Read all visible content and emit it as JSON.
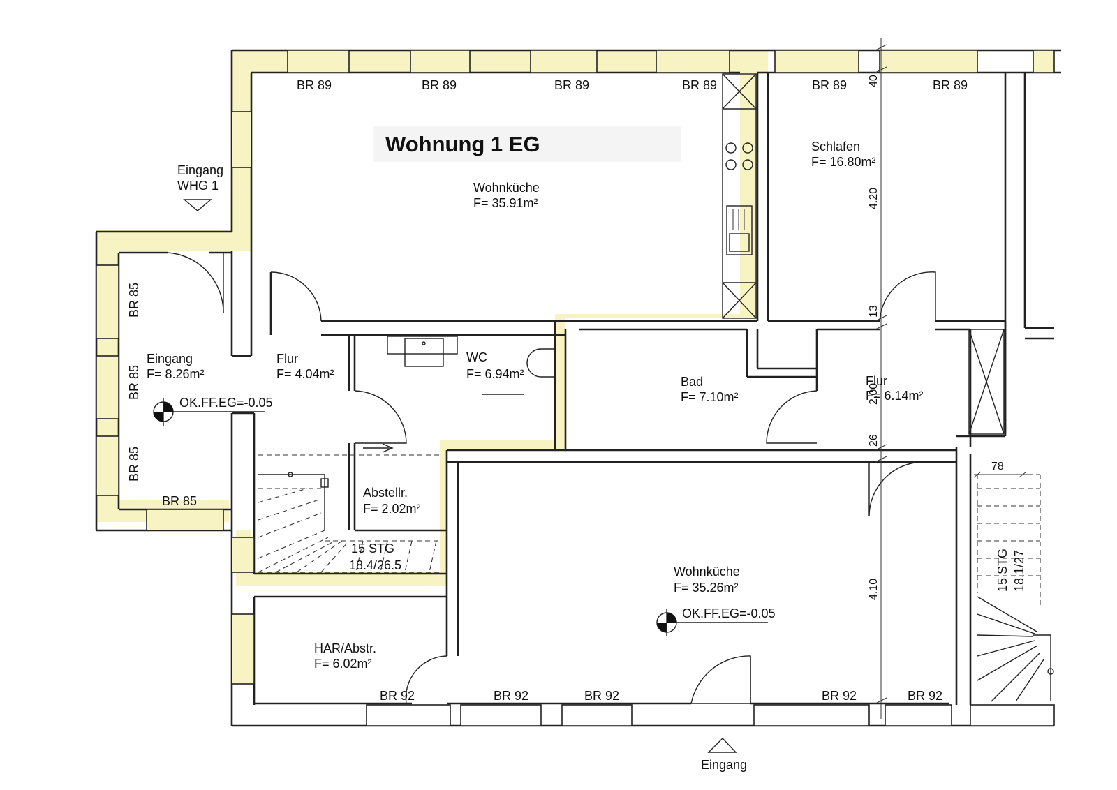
{
  "title": "Wohnung 1 EG",
  "rooms": {
    "wohnkueche_top": {
      "name": "Wohnküche",
      "area": "F= 35.91m²"
    },
    "schlafen": {
      "name": "Schlafen",
      "area": "F= 16.80m²"
    },
    "eingang": {
      "name": "Eingang",
      "area": "F= 8.26m²"
    },
    "flur_left": {
      "name": "Flur",
      "area": "F= 4.04m²"
    },
    "wc": {
      "name": "WC",
      "area": "F= 6.94m²"
    },
    "bad": {
      "name": "Bad",
      "area": "F= 7.10m²"
    },
    "flur_right": {
      "name": "Flur",
      "area": "F= 6.14m²"
    },
    "abstellr": {
      "name": "Abstellr.",
      "area": "F= 2.02m²"
    },
    "wohnkueche_bottom": {
      "name": "Wohnküche",
      "area": "F= 35.26m²"
    },
    "har": {
      "name": "HAR/Abstr.",
      "area": "F= 6.02m²"
    }
  },
  "entrances": {
    "whg_line1": "Eingang",
    "whg_line2": "WHG 1",
    "main": "Eingang"
  },
  "levels": {
    "left": "OK.FF.EG=-0.05",
    "right": "OK.FF.EG=-0.05"
  },
  "windows": {
    "br89": "BR 89",
    "br85": "BR 85",
    "br92": "BR 92"
  },
  "stairs": {
    "main_count": "15 STG",
    "main_ratio": "18.4/26.5",
    "right_count": "15 STG",
    "right_ratio": "18.1/27"
  },
  "dimensions": {
    "d40": "40",
    "d420": "4.20",
    "d13": "13",
    "d200": "2.00",
    "d26": "26",
    "d410": "4.10",
    "d78": "78"
  }
}
